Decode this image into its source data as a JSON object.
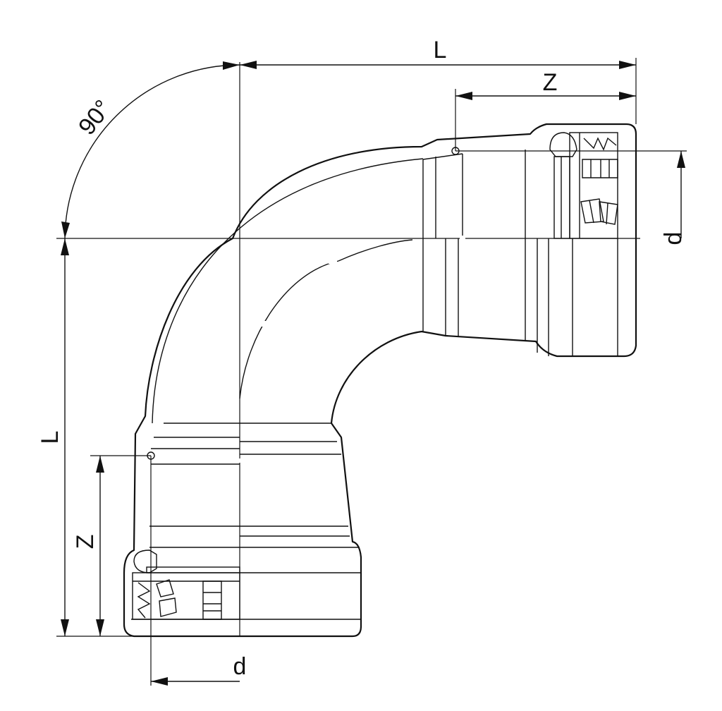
{
  "drawing": {
    "dimensions": {
      "top_length": "L",
      "top_insert": "Z",
      "right_diameter": "d",
      "left_length": "L",
      "left_insert": "Z",
      "bottom_diameter": "d",
      "angle": "90°"
    }
  }
}
